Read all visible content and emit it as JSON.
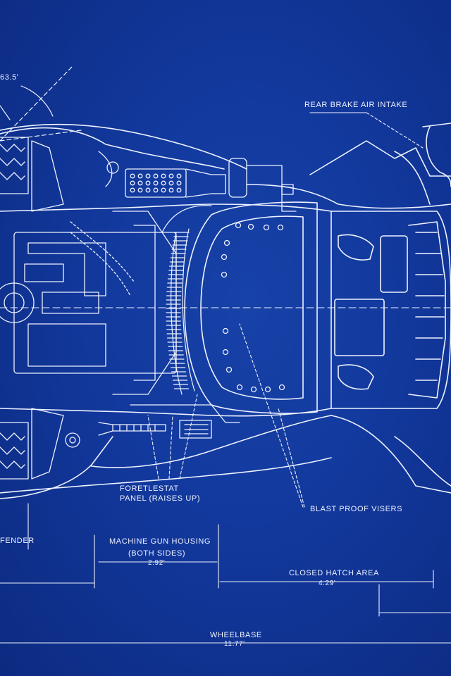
{
  "labels": {
    "angle": "63.5'",
    "rear_brake": "REAR BRAKE AIR INTAKE",
    "foretlestat_line1": "FORETLESTAT",
    "foretlestat_line2": "PANEL (RAISES UP)",
    "blast_proof": "BLAST PROOF VISERS",
    "fender": "FENDER",
    "machine_gun_line1": "MACHINE GUN HOUSING",
    "machine_gun_line2": "(BOTH SIDES)",
    "machine_gun_dim": "2.92'",
    "closed_hatch": "CLOSED HATCH AREA",
    "closed_hatch_dim": "4.29'",
    "wheelbase": "WHEELBASE",
    "wheelbase_dim": "11.77'"
  },
  "colors": {
    "background": "#12389c",
    "line": "#eef2ff"
  }
}
